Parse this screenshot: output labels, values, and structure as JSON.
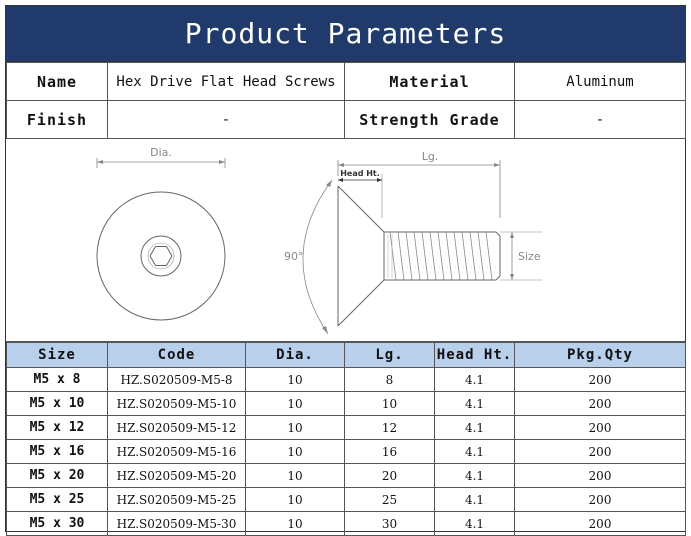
{
  "title": "Product Parameters",
  "params": {
    "name_label": "Name",
    "name_value": "Hex Drive Flat Head Screws",
    "material_label": "Material",
    "material_value": "Aluminum",
    "finish_label": "Finish",
    "finish_value": "-",
    "strength_label": "Strength Grade",
    "strength_value": "-"
  },
  "drawing": {
    "dia_label": "Dia.",
    "lg_label": "Lg.",
    "head_ht_label": "Head Ht.",
    "angle_label": "90°",
    "size_label": "Size"
  },
  "table": {
    "headers": [
      "Size",
      "Code",
      "Dia.",
      "Lg.",
      "Head Ht.",
      "Pkg.Qty"
    ],
    "rows": [
      [
        "M5 x 8",
        "HZ.S020509-M5-8",
        "10",
        "8",
        "4.1",
        "200"
      ],
      [
        "M5 x 10",
        "HZ.S020509-M5-10",
        "10",
        "10",
        "4.1",
        "200"
      ],
      [
        "M5 x 12",
        "HZ.S020509-M5-12",
        "10",
        "12",
        "4.1",
        "200"
      ],
      [
        "M5 x 16",
        "HZ.S020509-M5-16",
        "10",
        "16",
        "4.1",
        "200"
      ],
      [
        "M5 x 20",
        "HZ.S020509-M5-20",
        "10",
        "20",
        "4.1",
        "200"
      ],
      [
        "M5 x 25",
        "HZ.S020509-M5-25",
        "10",
        "25",
        "4.1",
        "200"
      ],
      [
        "M5 x 30",
        "HZ.S020509-M5-30",
        "10",
        "30",
        "4.1",
        "200"
      ]
    ]
  },
  "colors": {
    "title_bg": "#1f3a6b",
    "header_bg": "#b8d0ec"
  }
}
